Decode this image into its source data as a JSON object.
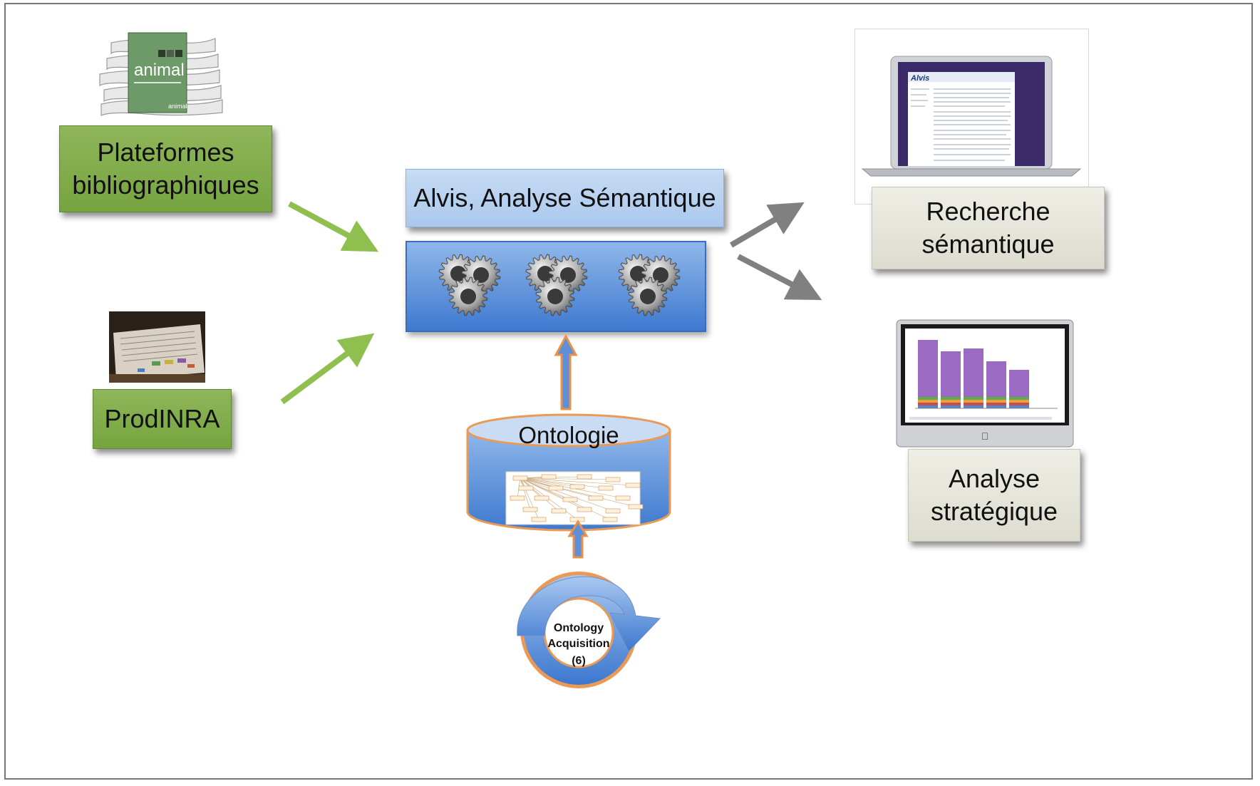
{
  "labels": {
    "plateformes": "Plateformes bibliographiques",
    "prodinra": "ProdINRA",
    "alvis": "Alvis, Analyse Sémantique",
    "ontologie": "Ontologie",
    "recherche": "Recherche sémantique",
    "analyse": "Analyse stratégique",
    "cycle_line1": "Ontology",
    "cycle_line2": "Acquisition",
    "cycle_line3": "(6)",
    "journal_title": "animal"
  },
  "colors": {
    "input_arrow": "#8fbf4e",
    "output_arrow": "#808080",
    "ontology_arrow": "#e9904a",
    "green_box": "#80ad48",
    "beige_box": "#e6e5dc",
    "alvis_box": "#b7d0f0",
    "engine_blue": "#4f86d6"
  },
  "icons": [
    "journal-stack-image",
    "printed-document-photo",
    "gear-icon",
    "laptop-screenshot",
    "imac-chart-screenshot",
    "ontology-graph-image",
    "cycle-arrow-icon"
  ]
}
